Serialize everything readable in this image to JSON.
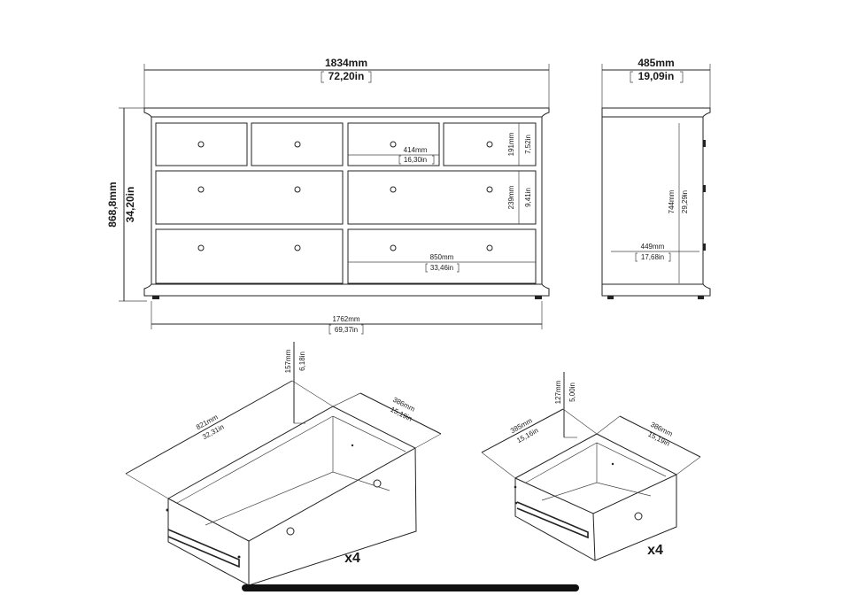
{
  "front": {
    "width_mm": "1834mm",
    "width_in": "72,20in",
    "height_mm": "868,8mm",
    "height_in": "34,20in",
    "base_mm": "1762mm",
    "base_in": "69,37in",
    "small_drawer_w_mm": "414mm",
    "small_drawer_w_in": "16,30in",
    "small_drawer_h_mm": "191mm",
    "small_drawer_h_in": "7,52in",
    "large_drawer_h_mm": "239mm",
    "large_drawer_h_in": "9,41in",
    "large_drawer_w_mm": "850mm",
    "large_drawer_w_in": "33,46in"
  },
  "side": {
    "depth_mm": "485mm",
    "depth_in": "19,09in",
    "inner_h_mm": "744mm",
    "inner_h_in": "29,29in",
    "inner_d_mm": "449mm",
    "inner_d_in": "17,68in"
  },
  "large_drawer": {
    "length_mm": "821mm",
    "length_in": "32,31in",
    "depth_mm": "386mm",
    "depth_in": "15,19in",
    "height_mm": "157mm",
    "height_in": "6,18in",
    "quantity": "x4"
  },
  "small_drawer": {
    "length_mm": "385mm",
    "length_in": "15,16in",
    "depth_mm": "386mm",
    "depth_in": "15,19in",
    "height_mm": "127mm",
    "height_in": "5,00in",
    "quantity": "x4"
  }
}
